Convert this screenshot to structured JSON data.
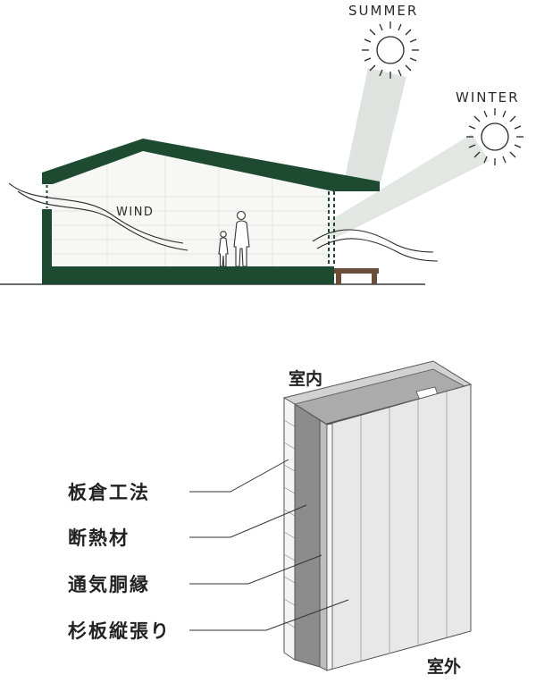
{
  "house_diagram": {
    "summer_label": "SUMMER",
    "winter_label": "WINTER",
    "wind_label": "WIND"
  },
  "wall_diagram": {
    "interior_label": "室内",
    "exterior_label": "室外",
    "layers": [
      {
        "label": "板倉工法"
      },
      {
        "label": "断熱材"
      },
      {
        "label": "通気胴縁"
      },
      {
        "label": "杉板縦張り"
      }
    ]
  },
  "colors": {
    "roof_green": "#1f4a32",
    "sun_beam": "#dfe3df",
    "deck_brown": "#6b4f3a",
    "insulation_gray": "#8c8c8c",
    "cedar_panel": "#e8e8e8"
  }
}
